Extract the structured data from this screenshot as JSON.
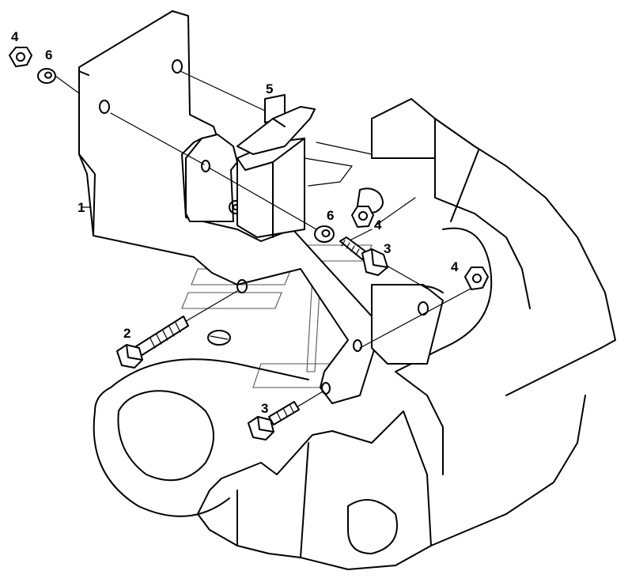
{
  "callouts": [
    {
      "id": "c-4a",
      "label": "4"
    },
    {
      "id": "c-6a",
      "label": "6"
    },
    {
      "id": "c-5",
      "label": "5"
    },
    {
      "id": "c-1",
      "label": "1"
    },
    {
      "id": "c-6b",
      "label": "6"
    },
    {
      "id": "c-4b",
      "label": "4"
    },
    {
      "id": "c-3a",
      "label": "3"
    },
    {
      "id": "c-4c",
      "label": "4"
    },
    {
      "id": "c-2",
      "label": "2"
    },
    {
      "id": "c-3b",
      "label": "3"
    }
  ]
}
